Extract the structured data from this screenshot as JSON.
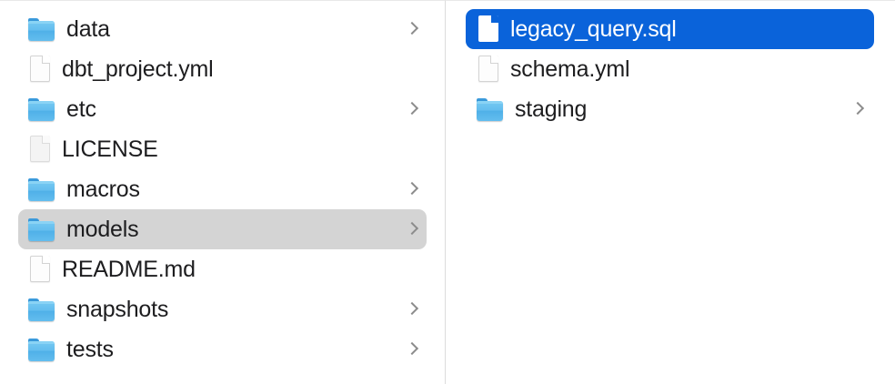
{
  "window": {
    "view_mode": "column",
    "divider_color": "#dcdcdc",
    "background": "#ffffff"
  },
  "colors": {
    "selection_active": "#0a63da",
    "selection_inactive": "#d4d4d4",
    "folder_blue": "#63bdee",
    "text_primary": "#1d1d1f",
    "text_on_selection": "#ffffff",
    "chevron_gray": "#8c8c8c"
  },
  "columns": [
    {
      "name": "project-root-column",
      "items": [
        {
          "label": "data",
          "kind": "folder",
          "has_chevron": true,
          "selected": false,
          "selection_style": "none"
        },
        {
          "label": "dbt_project.yml",
          "kind": "file",
          "has_chevron": false,
          "selected": false,
          "selection_style": "none"
        },
        {
          "label": "etc",
          "kind": "folder",
          "has_chevron": true,
          "selected": false,
          "selection_style": "none"
        },
        {
          "label": "LICENSE",
          "kind": "file-generic",
          "has_chevron": false,
          "selected": false,
          "selection_style": "none"
        },
        {
          "label": "macros",
          "kind": "folder",
          "has_chevron": true,
          "selected": false,
          "selection_style": "none"
        },
        {
          "label": "models",
          "kind": "folder",
          "has_chevron": true,
          "selected": true,
          "selection_style": "gray"
        },
        {
          "label": "README.md",
          "kind": "file",
          "has_chevron": false,
          "selected": false,
          "selection_style": "none"
        },
        {
          "label": "snapshots",
          "kind": "folder",
          "has_chevron": true,
          "selected": false,
          "selection_style": "none"
        },
        {
          "label": "tests",
          "kind": "folder",
          "has_chevron": true,
          "selected": false,
          "selection_style": "none"
        }
      ]
    },
    {
      "name": "models-column",
      "items": [
        {
          "label": "legacy_query.sql",
          "kind": "file",
          "has_chevron": false,
          "selected": true,
          "selection_style": "blue"
        },
        {
          "label": "schema.yml",
          "kind": "file",
          "has_chevron": false,
          "selected": false,
          "selection_style": "none"
        },
        {
          "label": "staging",
          "kind": "folder",
          "has_chevron": true,
          "selected": false,
          "selection_style": "none"
        }
      ]
    }
  ],
  "icons": {
    "folder": "folder-icon",
    "file": "file-icon",
    "file_generic": "file-generic-icon",
    "chevron": "chevron-right-icon"
  }
}
